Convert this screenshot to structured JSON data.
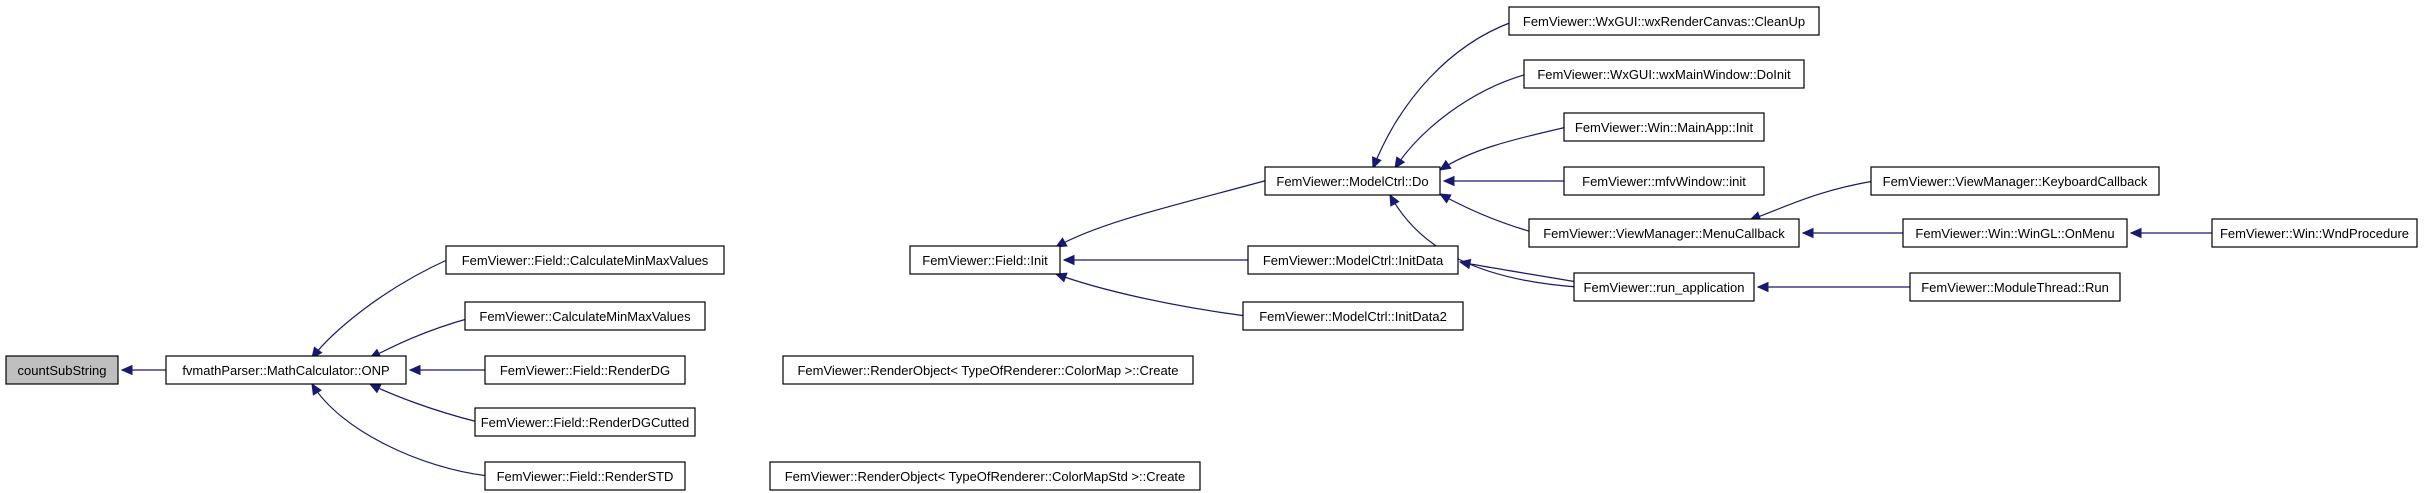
{
  "nodes": {
    "count": "countSubString",
    "onp": "fvmathParser::MathCalculator::ONP",
    "calcMinMaxField": "FemViewer::Field::CalculateMinMaxValues",
    "calcMinMax": "FemViewer::CalculateMinMaxValues",
    "renderDG": "FemViewer::Field::RenderDG",
    "renderDGCutted": "FemViewer::Field::RenderDGCutted",
    "renderSTD": "FemViewer::Field::RenderSTD",
    "fieldInit": "FemViewer::Field::Init",
    "roCreate": "FemViewer::RenderObject< TypeOfRenderer::ColorMap >::Create",
    "roStdCreate": "FemViewer::RenderObject< TypeOfRenderer::ColorMapStd >::Create",
    "modelDo": "FemViewer::ModelCtrl::Do",
    "initData": "FemViewer::ModelCtrl::InitData",
    "initData2": "FemViewer::ModelCtrl::InitData2",
    "cleanUp": "FemViewer::WxGUI::wxRenderCanvas::CleanUp",
    "doInit": "FemViewer::WxGUI::wxMainWindow::DoInit",
    "mainAppInit": "FemViewer::Win::MainApp::Init",
    "mfvInit": "FemViewer::mfvWindow::init",
    "menuCallback": "FemViewer::ViewManager::MenuCallback",
    "runApp": "FemViewer::run_application",
    "keyboardCallback": "FemViewer::ViewManager::KeyboardCallback",
    "onMenu": "FemViewer::Win::WinGL::OnMenu",
    "moduleRun": "FemViewer::ModuleThread::Run",
    "wndProc": "FemViewer::Win::WndProcedure"
  },
  "edges": [
    [
      "onp",
      "count"
    ],
    [
      "calcMinMaxField",
      "onp"
    ],
    [
      "calcMinMax",
      "onp"
    ],
    [
      "renderDG",
      "onp"
    ],
    [
      "renderDGCutted",
      "onp"
    ],
    [
      "renderSTD",
      "onp"
    ],
    [
      "fieldInit",
      "calcMinMaxField"
    ],
    [
      "roCreate",
      "renderDG"
    ],
    [
      "roStdCreate",
      "renderSTD"
    ],
    [
      "modelDo",
      "fieldInit"
    ],
    [
      "initData",
      "fieldInit"
    ],
    [
      "initData2",
      "fieldInit"
    ],
    [
      "cleanUp",
      "modelDo"
    ],
    [
      "doInit",
      "modelDo"
    ],
    [
      "mainAppInit",
      "modelDo"
    ],
    [
      "mfvInit",
      "modelDo"
    ],
    [
      "menuCallback",
      "modelDo"
    ],
    [
      "runApp",
      "modelDo"
    ],
    [
      "runApp",
      "initData"
    ],
    [
      "keyboardCallback",
      "menuCallback"
    ],
    [
      "onMenu",
      "menuCallback"
    ],
    [
      "moduleRun",
      "runApp"
    ],
    [
      "wndProc",
      "onMenu"
    ]
  ],
  "root": "count",
  "colors": {
    "edge": "#191970",
    "root_fill": "#bfbfbf",
    "node_fill": "#ffffff",
    "node_border": "#000000"
  }
}
